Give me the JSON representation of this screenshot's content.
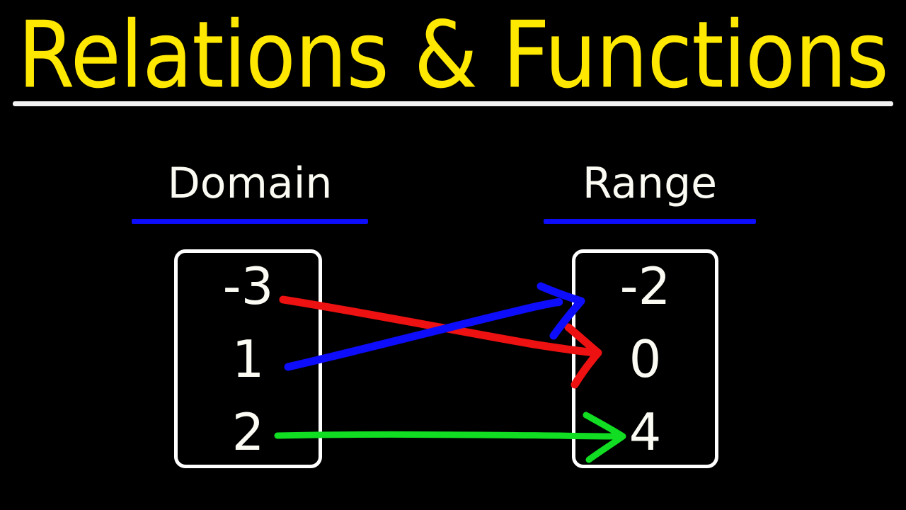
{
  "slide": {
    "background_color": "#000000",
    "title": "Relations & Functions",
    "title_color": "#FFE800",
    "rule_color": "#F2F2F2"
  },
  "columns": {
    "domain": {
      "label": "Domain",
      "underline_color": "#0D0DFB"
    },
    "range": {
      "label": "Range",
      "underline_color": "#0D0DFB"
    }
  },
  "domain_set": {
    "box_color": "#FFFFFF",
    "values": [
      "-3",
      "1",
      "2"
    ]
  },
  "range_set": {
    "box_color": "#FFFFFF",
    "values": [
      "-2",
      "0",
      "4"
    ]
  },
  "mappings": [
    {
      "from": "-3",
      "to": "0",
      "color": "#EE1111"
    },
    {
      "from": "1",
      "to": "-2",
      "color": "#0D0DFB"
    },
    {
      "from": "2",
      "to": "4",
      "color": "#11DD22"
    }
  ]
}
